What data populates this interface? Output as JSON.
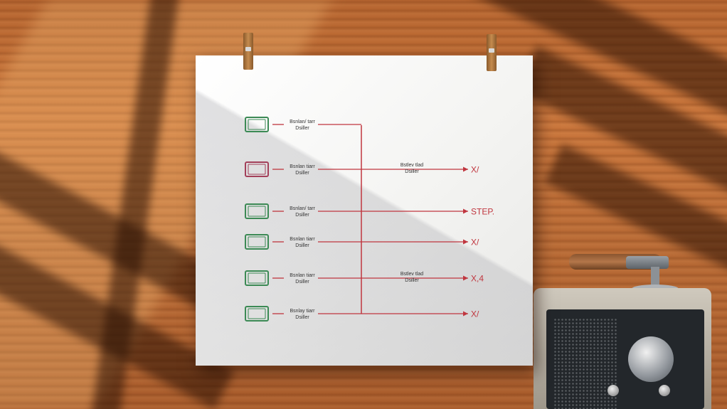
{
  "diagram": {
    "nodes": [
      {
        "left_label": [
          "Bsnlan/ tarr",
          "Dsiller"
        ],
        "mid_label": [],
        "end_label": "",
        "box_color": "#3c8a55"
      },
      {
        "left_label": [
          "Bsnlan tiarr",
          "Dsiller"
        ],
        "mid_label": [
          "Bstlev tlad",
          "Dsiller"
        ],
        "end_label": "X/",
        "box_color": "#a3405a"
      },
      {
        "left_label": [
          "Bsnlan/ tarr",
          "Dsiller"
        ],
        "mid_label": [],
        "end_label": "STEP.",
        "box_color": "#3c8a55"
      },
      {
        "left_label": [
          "Bsnlan tiarr",
          "Dsiller"
        ],
        "mid_label": [],
        "end_label": "X/",
        "box_color": "#3c8a55"
      },
      {
        "left_label": [
          "Bsnlan tiarr",
          "Dsiller"
        ],
        "mid_label": [
          "Bstlev tlad",
          "Dsiller"
        ],
        "end_label": "X,4",
        "box_color": "#3c8a55"
      },
      {
        "left_label": [
          "Bsnlay tiarr",
          "Dsiller"
        ],
        "mid_label": [],
        "end_label": "X/",
        "box_color": "#3c8a55"
      }
    ],
    "line_color": "#c0363f"
  }
}
